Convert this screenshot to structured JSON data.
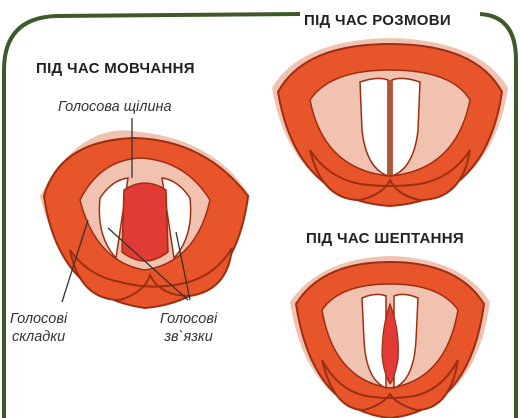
{
  "titles": {
    "silence": "ПІД ЧАС МОВЧАННЯ",
    "speech": "ПІД ЧАС РОЗМОВИ",
    "whisper": "ПІД ЧАС ШЕПТАННЯ"
  },
  "labels": {
    "glottis": "Голосова щілина",
    "vocal_folds_1": "Голосові",
    "vocal_folds_2": "складки",
    "vocal_cords_1": "Голосові",
    "vocal_cords_2": "зв`язки"
  },
  "colors": {
    "frame": "#3e5a2a",
    "tissue_orange": "#e8552a",
    "tissue_outline": "#9c2e12",
    "tissue_pink": "#f2c2b0",
    "cord_white": "#ffffff",
    "glottis_red": "#e23b35"
  }
}
